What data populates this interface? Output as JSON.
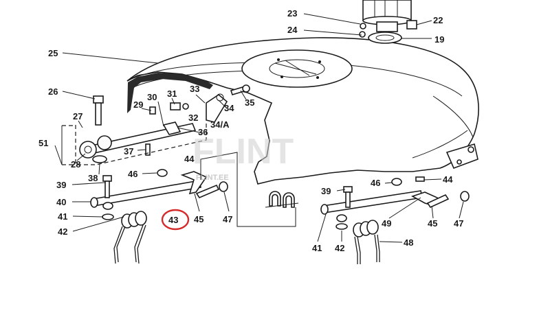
{
  "labels": {
    "l19": "19",
    "l22": "22",
    "l23": "23",
    "l24": "24",
    "l25": "25",
    "l26": "26",
    "l27": "27",
    "l28": "28",
    "l29": "29",
    "l30": "30",
    "l31": "31",
    "l32": "32",
    "l33": "33",
    "l34": "34",
    "l34a": "34/A",
    "l35": "35",
    "l36": "36",
    "l37": "37",
    "l38": "38",
    "l39a": "39",
    "l40": "40",
    "l41a": "41",
    "l42a": "42",
    "l43": "43",
    "l44a": "44",
    "l45a": "45",
    "l46a": "46",
    "l47a": "47",
    "l51": "51",
    "l39b": "39",
    "l46b": "46",
    "l44b": "44",
    "l45b": "45",
    "l47b": "47",
    "l49": "49",
    "l41b": "41",
    "l42b": "42",
    "l48": "48"
  },
  "watermark": {
    "logo": "FLINT",
    "url": "FLINT.EE"
  },
  "highlight": {
    "part": "43",
    "color": "#d42a2a"
  }
}
